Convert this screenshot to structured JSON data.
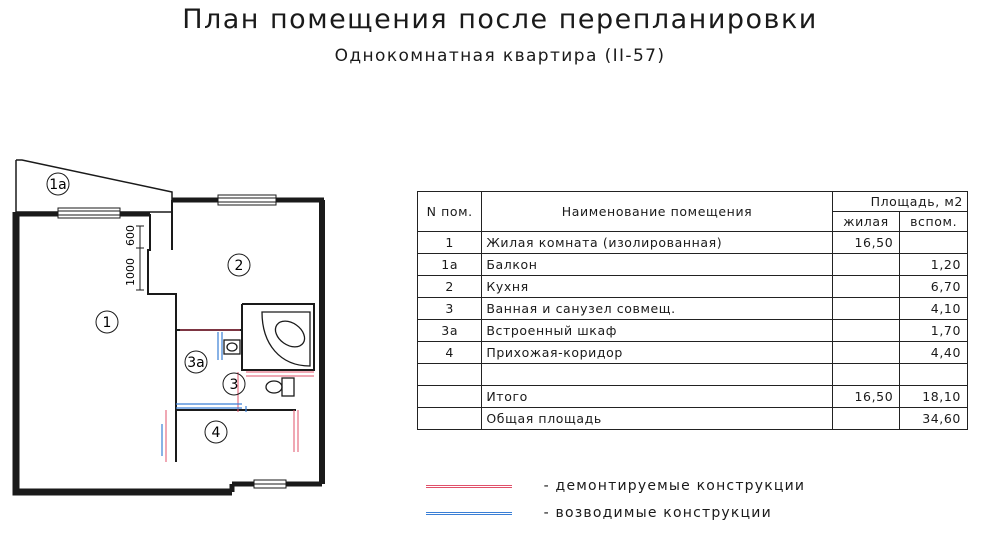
{
  "header": {
    "title": "План помещения после перепланировки",
    "subtitle": "Однокомнатная квартира (II-57)"
  },
  "plan": {
    "rooms": [
      {
        "id": "1a",
        "label": "1а"
      },
      {
        "id": "1",
        "label": "1"
      },
      {
        "id": "2",
        "label": "2"
      },
      {
        "id": "3a",
        "label": "3а"
      },
      {
        "id": "3",
        "label": "3"
      },
      {
        "id": "4",
        "label": "4"
      }
    ],
    "dimensions": {
      "d1000": "1000",
      "d600": "600"
    },
    "colors": {
      "demolished": "#e0506a",
      "erected": "#3a7fd6",
      "wall": "#1a1a1a"
    }
  },
  "table": {
    "headers": {
      "num": "N пом.",
      "name": "Наименование помещения",
      "area": "Площадь,  м2",
      "living": "жилая",
      "aux": "вспом."
    },
    "rows": [
      {
        "num": "1",
        "name": "Жилая комната (изолированная)",
        "living": "16,50",
        "aux": ""
      },
      {
        "num": "1а",
        "name": "Балкон",
        "living": "",
        "aux": "1,20"
      },
      {
        "num": "2",
        "name": "Кухня",
        "living": "",
        "aux": "6,70"
      },
      {
        "num": "3",
        "name": "Ванная и санузел совмещ.",
        "living": "",
        "aux": "4,10"
      },
      {
        "num": "3а",
        "name": "Встроенный шкаф",
        "living": "",
        "aux": "1,70"
      },
      {
        "num": "4",
        "name": "Прихожая-коридор",
        "living": "",
        "aux": "4,40"
      },
      {
        "num": "",
        "name": "",
        "living": "",
        "aux": ""
      }
    ],
    "total": {
      "name": "Итого",
      "living": "16,50",
      "aux": "18,10"
    },
    "overall": {
      "name": "Общая площадь",
      "aux": "34,60"
    }
  },
  "legend": {
    "demolished": "- демонтируемые конструкции",
    "erected": "- возводимые конструкции"
  }
}
